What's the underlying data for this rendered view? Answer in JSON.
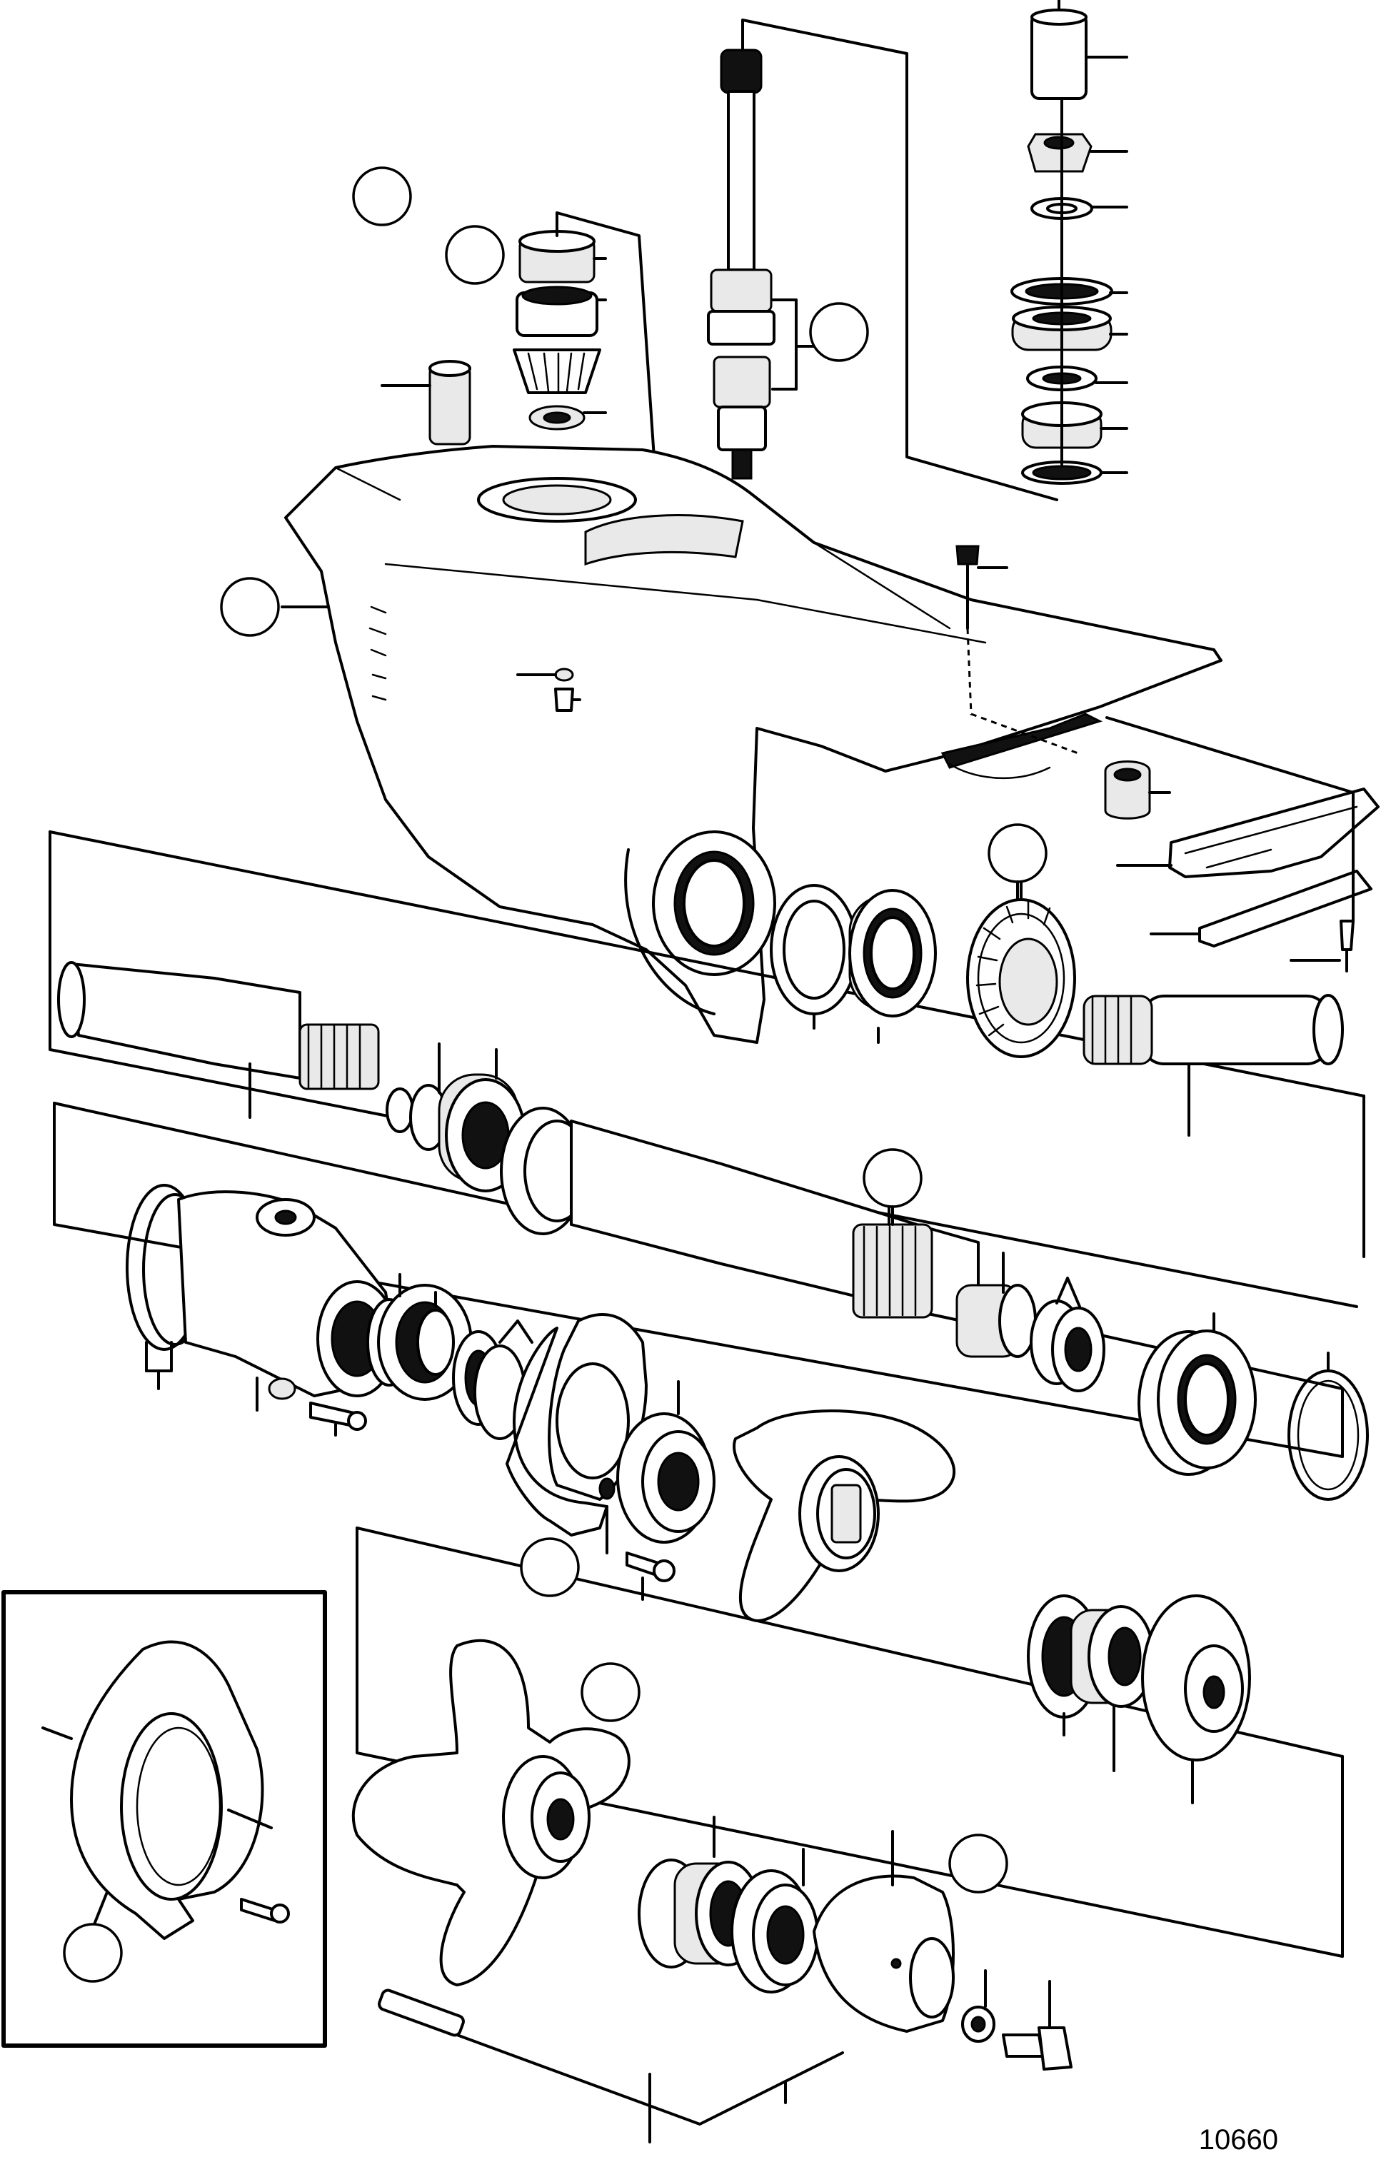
{
  "figure": {
    "number": "10660"
  },
  "callouts": [
    {
      "id": "circle-upper-bearing-assembly"
    },
    {
      "id": "circle-pinion-gear"
    },
    {
      "id": "circle-drive-shaft"
    },
    {
      "id": "circle-gear-housing"
    },
    {
      "id": "circle-forward-gear"
    },
    {
      "id": "circle-propeller-shaft"
    },
    {
      "id": "circle-bearing-carrier"
    },
    {
      "id": "circle-propeller-single"
    },
    {
      "id": "circle-propeller-duoprop"
    },
    {
      "id": "circle-inset-carrier"
    }
  ],
  "colors": {
    "line": "#000000",
    "background": "#ffffff",
    "shade": "#e9e9e9"
  }
}
